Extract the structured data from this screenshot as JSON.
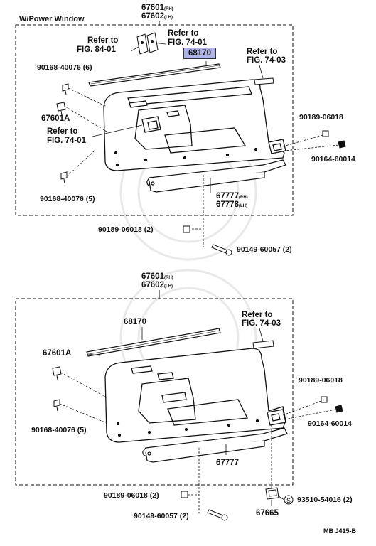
{
  "diagram": {
    "section_title": "W/Power Window",
    "top": {
      "part_main_rh": "67601",
      "part_main_rh_suffix": "(RH)",
      "part_main_lh": "67602",
      "part_main_lh_suffix": "(LH)",
      "refer_84_label": "Refer to",
      "refer_84_fig": "FIG. 84-01",
      "refer_74_01_label": "Refer to",
      "refer_74_01_fig": "FIG. 74-01",
      "weatherstrip_highlight": "68170",
      "refer_74_03_label": "Refer to",
      "refer_74_03_fig": "FIG. 74-03",
      "clip_upper": "90168-40076 (6)",
      "bracket_a": "67601A",
      "refer_74_01b_label": "Refer to",
      "refer_74_01b_fig": "FIG. 74-01",
      "nut_right": "90189-06018",
      "screw_right": "90164-60014",
      "clip_lower": "90168-40076 (5)",
      "armrest_rh": "67777",
      "armrest_rh_suffix": "(RH)",
      "armrest_lh": "67778",
      "armrest_lh_suffix": "(LH)"
    },
    "middle": {
      "nut": "90189-06018 (2)",
      "screw": "90149-60057 (2)"
    },
    "bottom": {
      "part_main_rh": "67601",
      "part_main_rh_suffix": "(RH)",
      "part_main_lh": "67602",
      "part_main_lh_suffix": "(LH)",
      "weatherstrip": "68170",
      "refer_74_03_label": "Refer to",
      "refer_74_03_fig": "FIG. 74-03",
      "bracket_a": "67601A",
      "nut_right": "90189-06018",
      "screw_right": "90164-60014",
      "clip": "90168-40076 (5)",
      "armrest": "67777",
      "nut_lower": "90189-06018 (2)",
      "screw_lower": "90149-60057 (2)",
      "bracket": "67665",
      "clip_s": "93510-54016 (2)",
      "s_symbol": "S"
    },
    "figure_code": "MB J415-B"
  },
  "colors": {
    "highlight": "#aeb4e6",
    "ink": "#111111",
    "watermark": "#e9e9e9"
  }
}
